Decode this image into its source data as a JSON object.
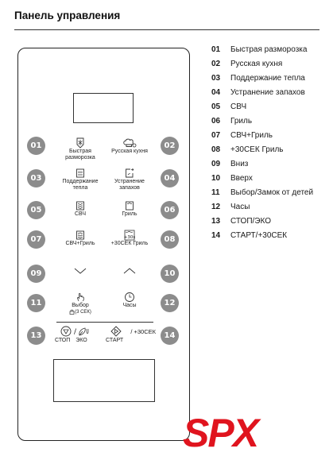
{
  "header": {
    "title": "Панель управления"
  },
  "panel": {
    "buttons": [
      {
        "num": "01",
        "label": "Быстрая\nразморозка",
        "icon": "snowflake-defrost-icon"
      },
      {
        "num": "02",
        "label": "Русская кухня",
        "icon": "chef-hat-icon"
      },
      {
        "num": "03",
        "label": "Поддержание\nтепла",
        "icon": "keep-warm-icon"
      },
      {
        "num": "04",
        "label": "Устранение\nзапахов",
        "icon": "deodorize-icon"
      },
      {
        "num": "05",
        "label": "СВЧ",
        "icon": "microwave-waves-icon"
      },
      {
        "num": "06",
        "label": "Гриль",
        "icon": "grill-icon"
      },
      {
        "num": "07",
        "label": "СВЧ+Гриль",
        "icon": "microwave-grill-icon"
      },
      {
        "num": "08",
        "label": "+30СЕК Гриль",
        "icon": "plus30-grill-icon",
        "icon_text": "+30s"
      },
      {
        "num": "09",
        "label": "",
        "icon": "chevron-down-icon"
      },
      {
        "num": "10",
        "label": "",
        "icon": "chevron-up-icon"
      },
      {
        "num": "11",
        "label": "Выбор",
        "sublabel": "(3 СЕК)",
        "icon": "hand-press-icon"
      },
      {
        "num": "12",
        "label": "Часы",
        "icon": "clock-icon"
      },
      {
        "num": "13",
        "label_a": "СТОП",
        "label_b": "ЭКО",
        "icon": "stop-eco-icon"
      },
      {
        "num": "14",
        "label": "СТАРТ",
        "icon_text": "/ +30СЕК",
        "icon": "start-diamond-icon"
      }
    ]
  },
  "legend": [
    {
      "num": "01",
      "text": "Быстрая разморозка"
    },
    {
      "num": "02",
      "text": "Русская кухня"
    },
    {
      "num": "03",
      "text": "Поддержание тепла"
    },
    {
      "num": "04",
      "text": "Устранение запахов"
    },
    {
      "num": "05",
      "text": "СВЧ"
    },
    {
      "num": "06",
      "text": "Гриль"
    },
    {
      "num": "07",
      "text": "СВЧ+Гриль"
    },
    {
      "num": "08",
      "text": "+30СЕК Гриль"
    },
    {
      "num": "09",
      "text": "Вниз"
    },
    {
      "num": "10",
      "text": "Вверх"
    },
    {
      "num": "11",
      "text": "Выбор/Замок от детей"
    },
    {
      "num": "12",
      "text": "Часы"
    },
    {
      "num": "13",
      "text": "СТОП/ЭКО"
    },
    {
      "num": "14",
      "text": "СТАРТ/+30СЕК"
    }
  ],
  "logo": {
    "text": "SPX",
    "color": "#e0141e"
  },
  "colors": {
    "badge": "#8c8c8c",
    "text": "#1a1a1a"
  }
}
